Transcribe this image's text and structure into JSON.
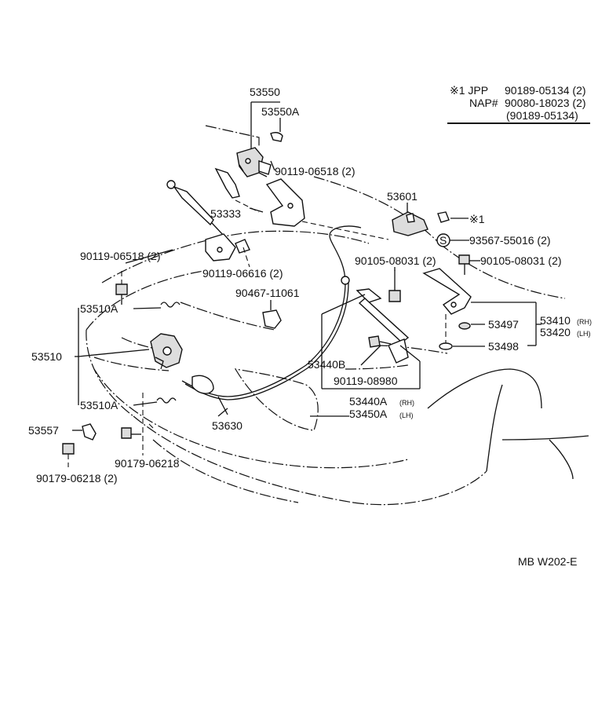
{
  "labels": {
    "p53550": "53550",
    "p53550A": "53550A",
    "p90119_06518_top": "90119-06518 (2)",
    "p53601": "53601",
    "p1_mark": "※1",
    "p93567": "93567-55016 (2)",
    "p53333": "53333",
    "p90119_06616": "90119-06616 (2)",
    "p90105_08031_left": "90105-08031 (2)",
    "p90105_08031_right": "90105-08031 (2)",
    "p90119_06518_left": "90119-06518 (2)",
    "p90467": "90467-11061",
    "p53510A_top": "53510A",
    "p53510": "53510",
    "p53510A_bot": "53510A",
    "p53497": "53497",
    "p53410": "53410",
    "p53410_rh": "(RH)",
    "p53420": "53420",
    "p53420_lh": "(LH)",
    "p53498": "53498",
    "p53440B": "53440B",
    "p90119_08980": "90119-08980",
    "p53440A": "53440A",
    "p53440A_rh": "(RH)",
    "p53450A": "53450A",
    "p53450A_lh": "(LH)",
    "p53630": "53630",
    "p53557": "53557",
    "p90179_06218": "90179-06218",
    "p90179_06218_2": "90179-06218 (2)"
  },
  "legend": {
    "jpp_key": "※1 JPP",
    "jpp_val": "90189-05134 (2)",
    "nap_key": "NAP#",
    "nap_val": "90080-18023 (2)",
    "nap_val2": "(90189-05134)"
  },
  "circle_s": "S",
  "footer": "MB  W202-E"
}
